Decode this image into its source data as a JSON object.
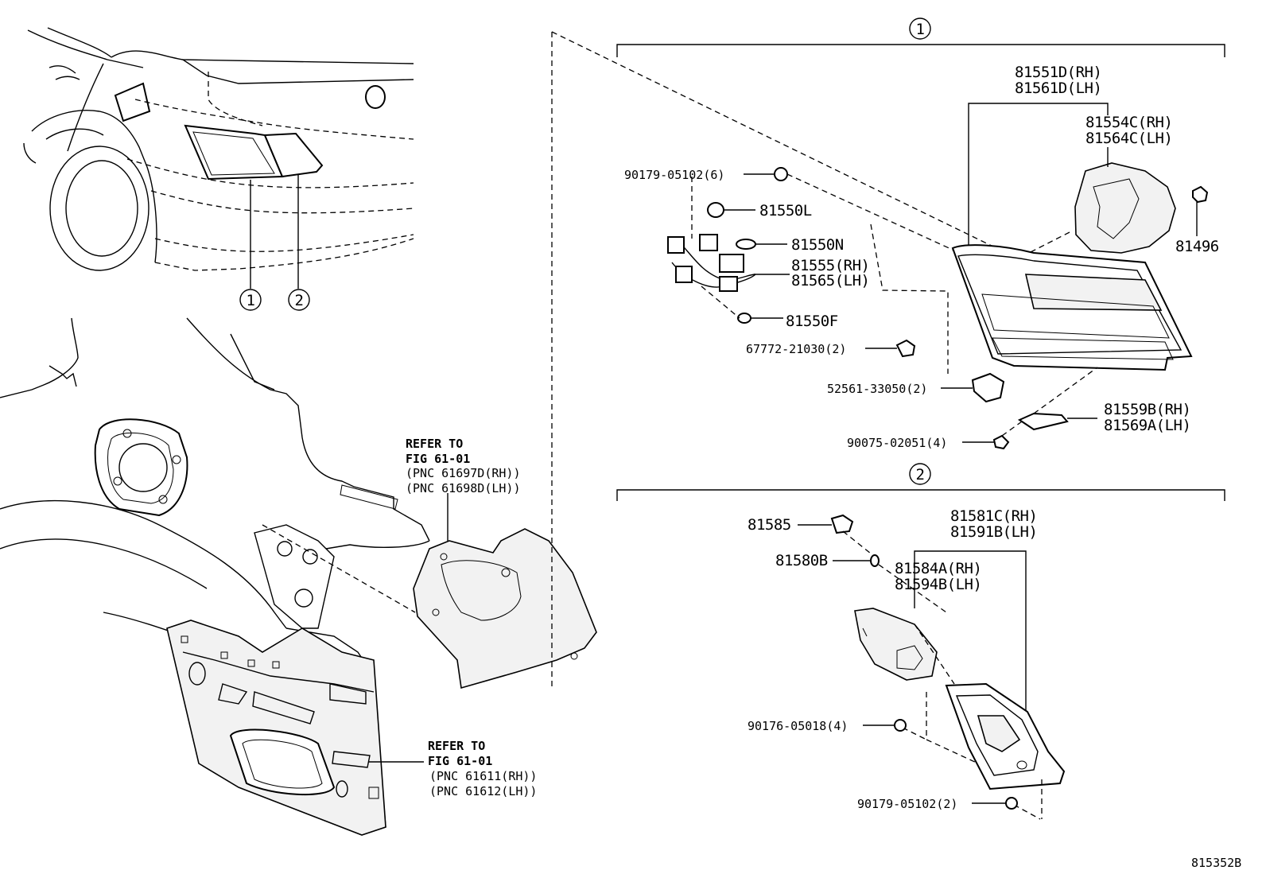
{
  "diagram_id": "815352B",
  "callouts": [
    {
      "id": "callout-1",
      "text": "1"
    },
    {
      "id": "callout-2",
      "text": "2"
    }
  ],
  "groups": [
    {
      "id": "group-1",
      "number": "1"
    },
    {
      "id": "group-2",
      "number": "2"
    }
  ],
  "parts": {
    "p_81551D": "81551D(RH)",
    "p_81561D": "81561D(LH)",
    "p_81554C": "81554C(RH)",
    "p_81564C": "81564C(LH)",
    "p_90179_6": "90179-05102(6)",
    "p_81550L": "81550L",
    "p_81550N": "81550N",
    "p_81555": "81555(RH)",
    "p_81565": "81565(LH)",
    "p_81550F": "81550F",
    "p_81496": "81496",
    "p_67772": "67772-21030(2)",
    "p_52561": "52561-33050(2)",
    "p_81559B": "81559B(RH)",
    "p_81569A": "81569A(LH)",
    "p_90075": "90075-02051(4)",
    "p_81585": "81585",
    "p_81580B": "81580B",
    "p_81581C": "81581C(RH)",
    "p_81591B": "81591B(LH)",
    "p_81584A": "81584A(RH)",
    "p_81594B": "81594B(LH)",
    "p_90176": "90176-05018(4)",
    "p_90179_2": "90179-05102(2)"
  },
  "references": [
    {
      "line1": "REFER TO",
      "line2": "FIG 61-01",
      "pnc1": "(PNC 61697D(RH))",
      "pnc2": "(PNC 61698D(LH))"
    },
    {
      "line1": "REFER TO",
      "line2": "FIG 61-01",
      "pnc1": "(PNC 61611(RH))",
      "pnc2": "(PNC 61612(LH))"
    }
  ]
}
